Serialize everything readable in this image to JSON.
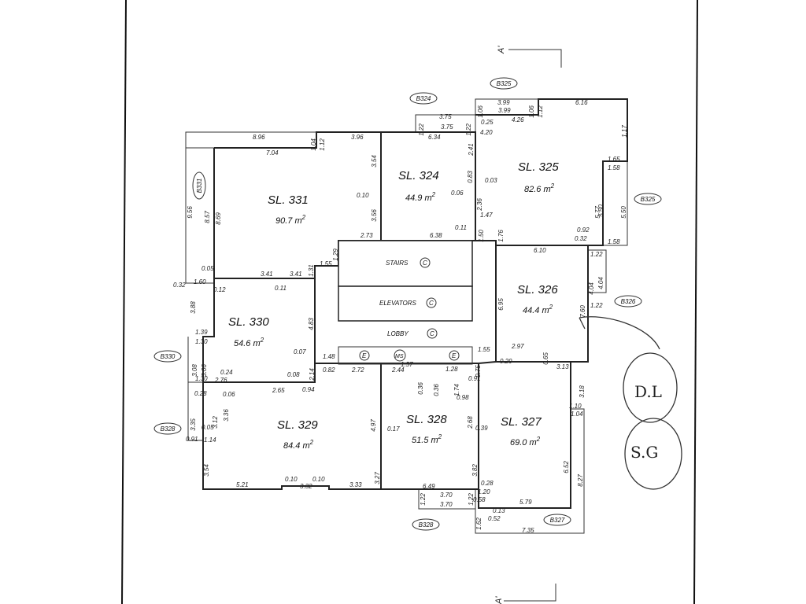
{
  "section_marker": "A'",
  "units": [
    {
      "name": "SL. 331",
      "area": "90.7 m"
    },
    {
      "name": "SL. 324",
      "area": "44.9 m"
    },
    {
      "name": "SL. 325",
      "area": "82.6 m"
    },
    {
      "name": "SL. 326",
      "area": "44.4 m"
    },
    {
      "name": "SL. 330",
      "area": "54.6 m"
    },
    {
      "name": "SL. 329",
      "area": "84.4 m"
    },
    {
      "name": "SL. 328",
      "area": "51.5 m"
    },
    {
      "name": "SL. 327",
      "area": "69.0 m"
    }
  ],
  "area_unit_superscript": "2",
  "core": {
    "stairs": "STAIRS",
    "elevators": "ELEVATORS",
    "lobby": "LOBBY",
    "c_marker": "C",
    "e_marker": "E",
    "ms_marker": "MS"
  },
  "balconies": [
    "B324",
    "B325",
    "B325",
    "B326",
    "B327",
    "B328",
    "B328",
    "B330",
    "B331"
  ],
  "dimensions": [
    "8.96",
    "1.04",
    "1.12",
    "3.96",
    "7.04",
    "3.54",
    "0.10",
    "3.56",
    "2.73",
    "9.56",
    "8.57",
    "8.69",
    "0.05",
    "0.32",
    "1.60",
    "0.12",
    "3.41",
    "3.41",
    "0.11",
    "1.29",
    "1.31",
    "1.55",
    "1.22",
    "3.75",
    "3.75",
    "1.22",
    "6.34",
    "2.41",
    "0.83",
    "0.06",
    "0.03",
    "2.36",
    "1.47",
    "0.11",
    "6.38",
    "1.50",
    "1.06",
    "3.99",
    "3.99",
    "4.26",
    "1.06",
    "1.12",
    "6.16",
    "1.17",
    "0.25",
    "4.20",
    "1.65",
    "1.58",
    "5.77",
    "5.50",
    "5.50",
    "0.92",
    "0.32",
    "1.58",
    "1.76",
    "6.10",
    "1.22",
    "4.04",
    "4.04",
    "1.22",
    "6.95",
    "7.60",
    "2.97",
    "0.29",
    "0.65",
    "3.13",
    "1.55",
    "3.88",
    "1.39",
    "1.30",
    "3.08",
    "3.06",
    "1.30",
    "4.83",
    "0.07",
    "0.08",
    "2.14",
    "0.24",
    "2.76",
    "2.65",
    "0.94",
    "0.06",
    "1.48",
    "0.82",
    "2.72",
    "3.35",
    "3.12",
    "0.28",
    "3.36",
    "0.05",
    "0.91",
    "1.14",
    "3.54",
    "5.21",
    "0.10",
    "3.32",
    "0.10",
    "3.33",
    "4.97",
    "3.27",
    "2.44",
    "1.57",
    "0.36",
    "0.36",
    "1.28",
    "1.74",
    "0.75",
    "0.91",
    "0.98",
    "2.68",
    "0.17",
    "0.39",
    "3.82",
    "6.49",
    "1.22",
    "3.70",
    "3.70",
    "1.22",
    "3.18",
    "1.10",
    "1.04",
    "6.52",
    "8.27",
    "0.28",
    "1.20",
    "0.58",
    "0.13",
    "0.52",
    "5.79",
    "1.62",
    "7.35"
  ],
  "handwritten": [
    "D.L",
    "S.G"
  ]
}
